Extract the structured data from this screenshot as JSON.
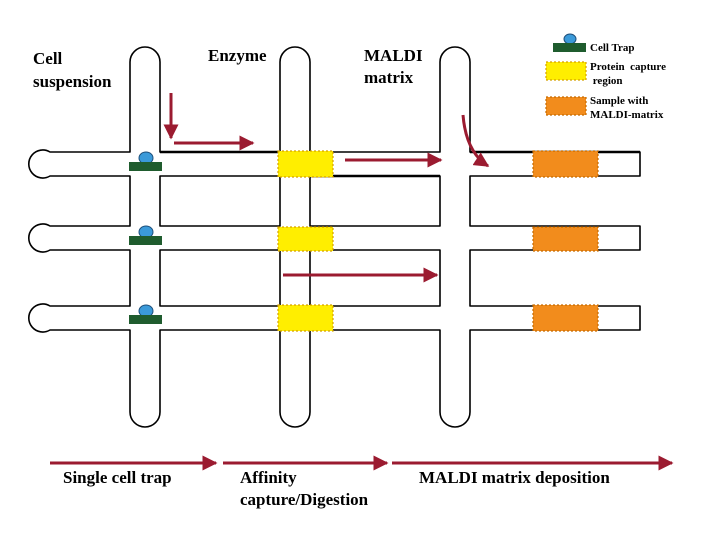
{
  "labels": {
    "cell_suspension": [
      "Cell",
      "suspension"
    ],
    "enzyme": "Enzyme",
    "maldi_matrix": [
      "MALDI",
      "matrix"
    ]
  },
  "legend": {
    "cell_trap": "Cell Trap",
    "protein_capture": [
      "Protein  capture",
      " region"
    ],
    "sample_maldi": [
      "Sample with",
      "MALDI-matrix"
    ]
  },
  "stages": {
    "single_cell_trap": "Single cell trap",
    "affinity": [
      "Affinity",
      "capture/Digestion"
    ],
    "maldi_deposition": "MALDI matrix deposition"
  },
  "colors": {
    "arrow": "#9b1b30",
    "cell_trap": "#1f5c2e",
    "cell": "#3b9ad9",
    "protein_capture": "#ffee00",
    "protein_capture_border": "#d4a000",
    "sample": "#f28c1c",
    "sample_border": "#c46a00"
  }
}
